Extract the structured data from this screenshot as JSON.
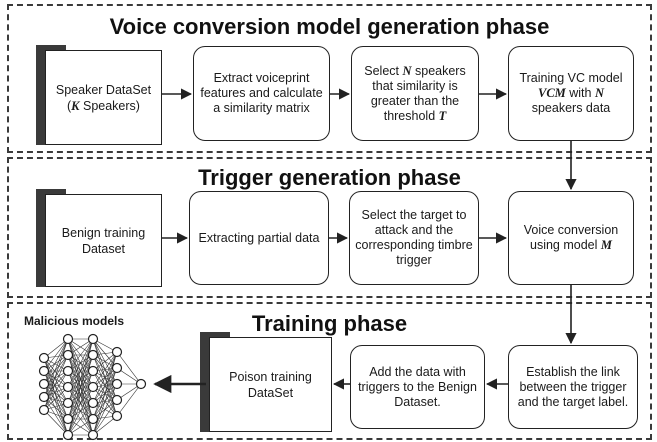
{
  "phases": {
    "voice": "Voice conversion model generation phase",
    "trigger": "Trigger generation phase",
    "training": "Training phase"
  },
  "row1": {
    "dataset_line1": "Speaker DataSet",
    "dataset_k": "K",
    "dataset_line2_rest": " Speakers)",
    "extract": "Extract voiceprint features and calculate a similarity matrix",
    "select_a": "Select ",
    "select_n": "N",
    "select_b": " speakers that similarity is greater than the threshold ",
    "select_t": "T",
    "train_a": "Training VC model ",
    "train_vcm": "VCM",
    "train_b": " with ",
    "train_n": "N",
    "train_c": " speakers data"
  },
  "row2": {
    "dataset": "Benign training Dataset",
    "extracting": "Extracting partial data",
    "select": "Select the target to attack and the corresponding timbre trigger",
    "convert_a": "Voice conversion using model ",
    "convert_m": "M"
  },
  "row3": {
    "malicious": "Malicious models",
    "poison": "Poison training DataSet",
    "add": "Add the data with triggers to the Benign Dataset.",
    "link": "Establish the link between the trigger and the target label."
  }
}
